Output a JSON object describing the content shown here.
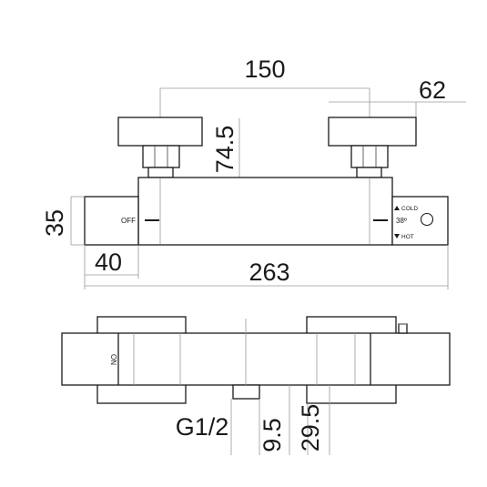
{
  "dimensions": {
    "centers": "150",
    "handle_depth": "62",
    "height_top": "74.5",
    "body_height": "35",
    "end_cap": "40",
    "overall_length": "263",
    "thread": "G1/2",
    "outlet_a": "9.5",
    "outlet_b": "29.5"
  },
  "labels": {
    "off": "OFF",
    "cold": "COLD",
    "temp": "38º",
    "hot": "HOT",
    "on": "ON"
  }
}
